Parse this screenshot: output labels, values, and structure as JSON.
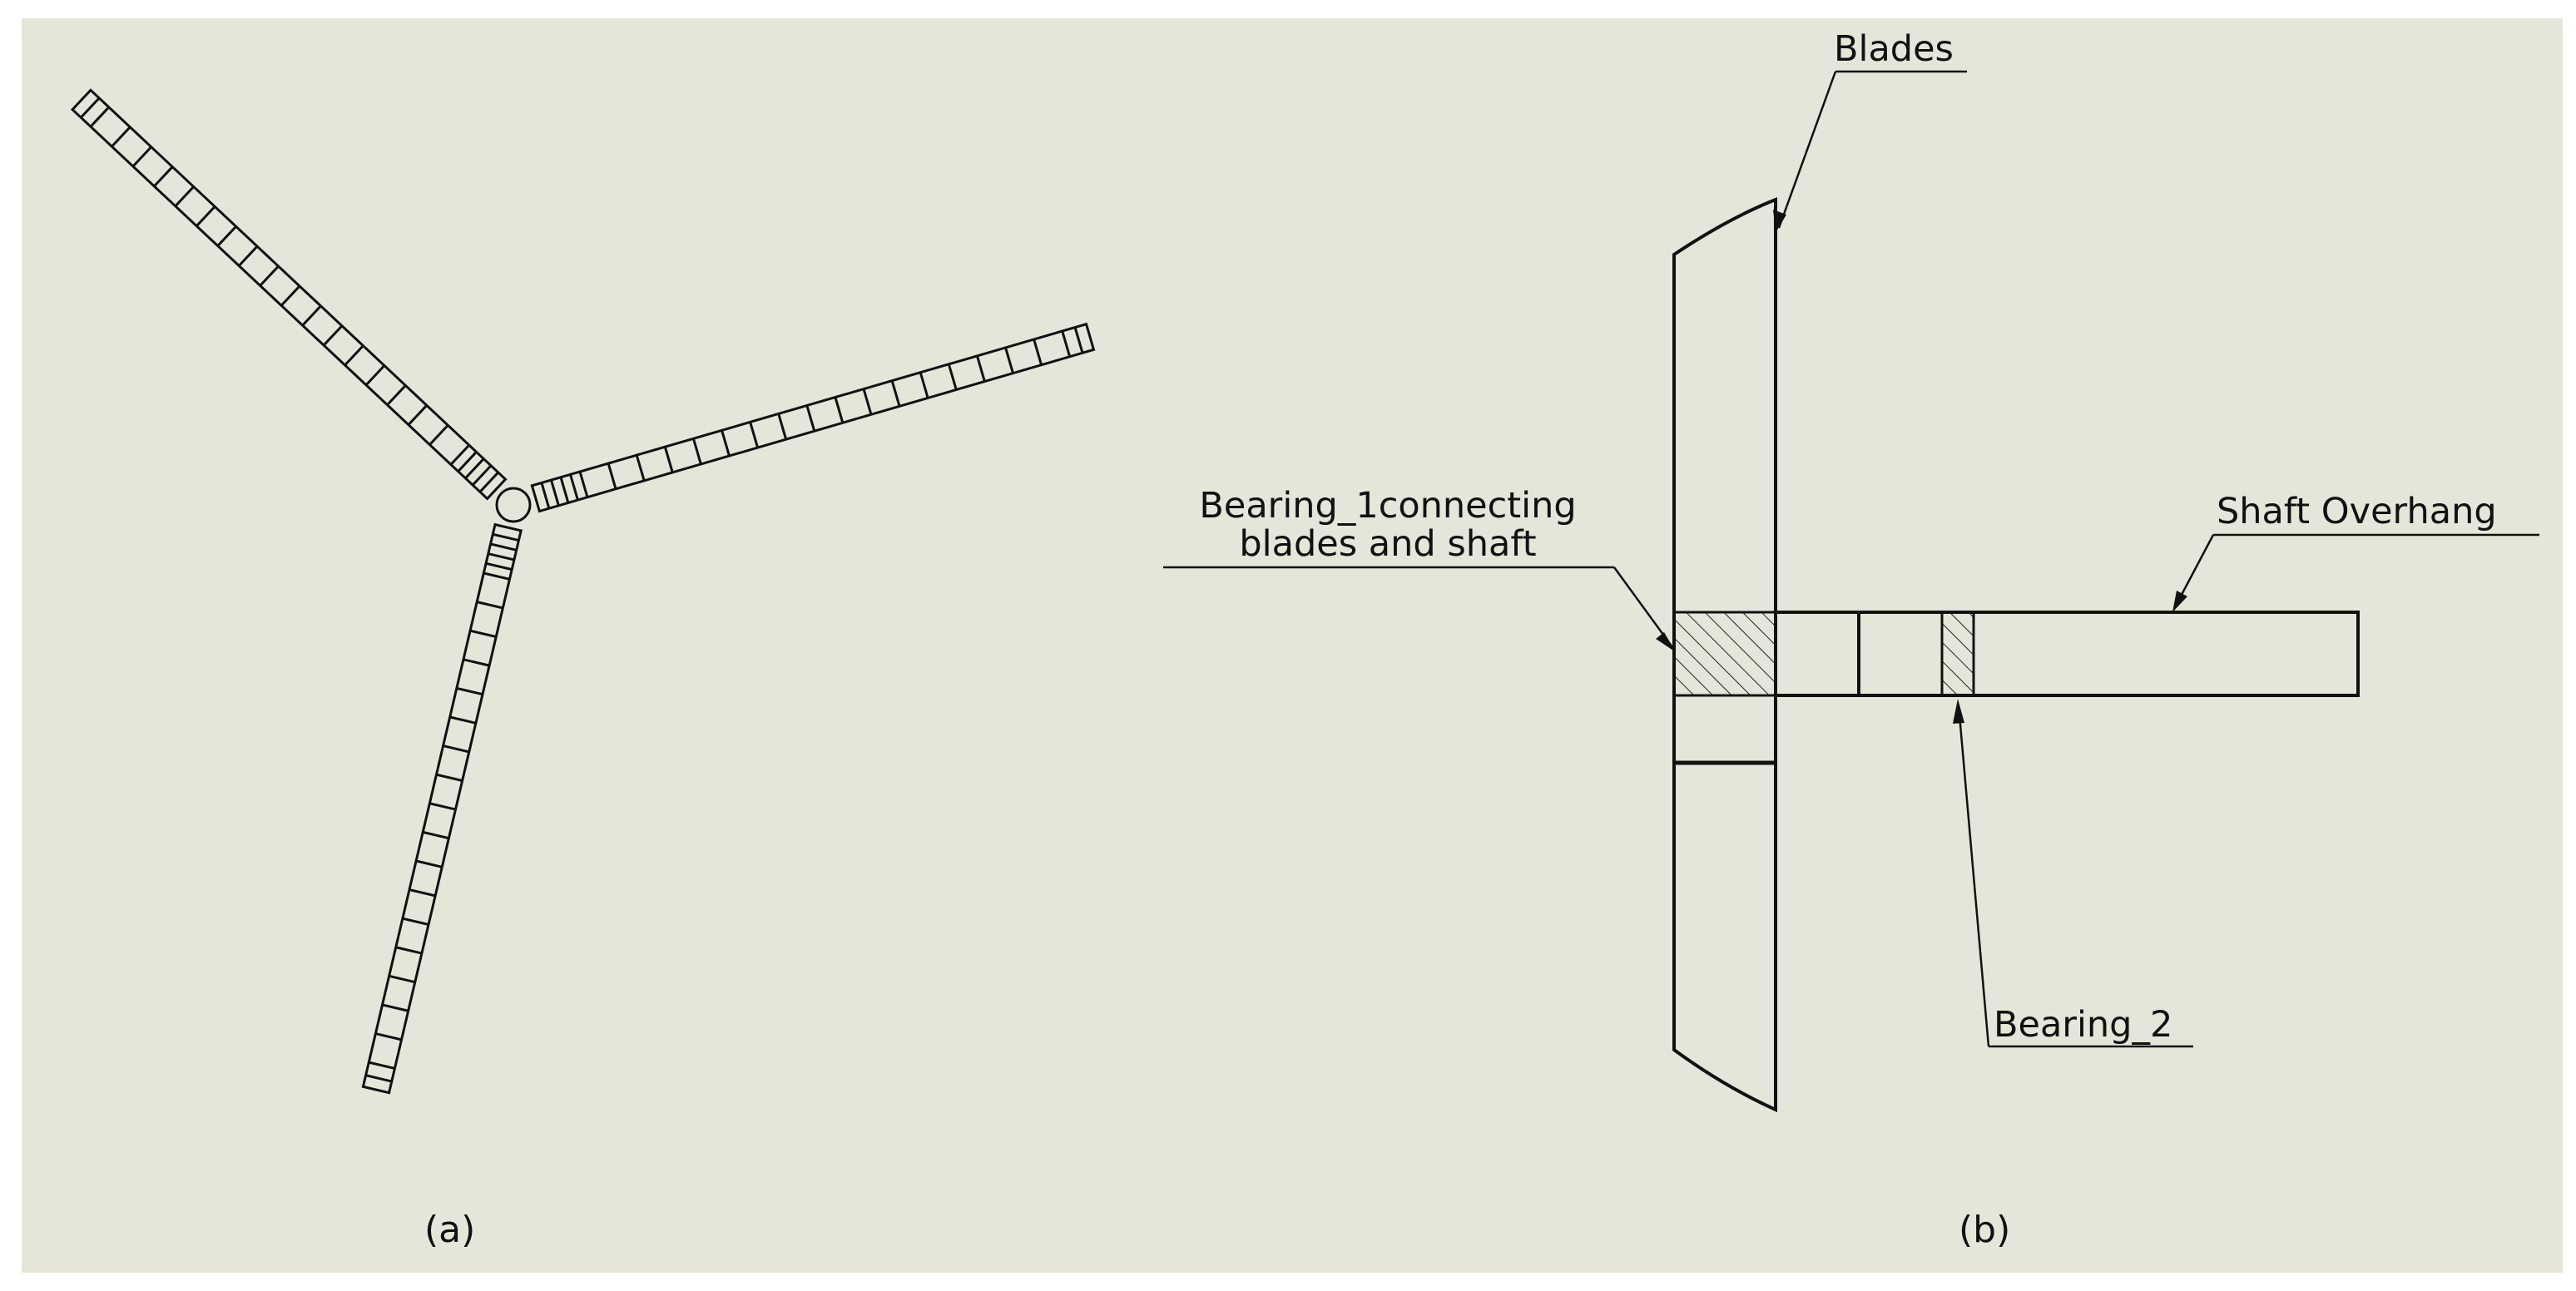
{
  "colors": {
    "sheet_background": "#e6e5da",
    "line": "#111111"
  },
  "view_a": {
    "caption": "(a)",
    "blade_count": 3,
    "segments_per_blade": 17
  },
  "view_b": {
    "caption": "(b)",
    "labels": {
      "blades": "Blades",
      "bearing_1_line1": "Bearing_1connecting",
      "bearing_1_line2": "blades and shaft",
      "shaft_overhang": "Shaft Overhang",
      "bearing_2": "Bearing_2"
    }
  }
}
